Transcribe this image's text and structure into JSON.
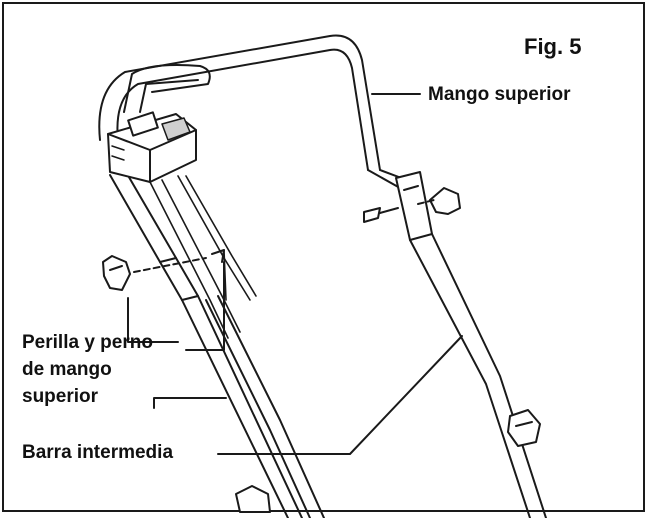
{
  "figure": {
    "label": "Fig. 5"
  },
  "callouts": {
    "upper_handle": "Mango superior",
    "knob_bolt_line1": "Perilla y perno",
    "knob_bolt_line2": "de mango",
    "knob_bolt_line3": "superior",
    "middle_bar": "Barra intermedia"
  },
  "colors": {
    "ink": "#1a1a1a",
    "paper": "#ffffff",
    "shade": "#8a8a8a"
  }
}
